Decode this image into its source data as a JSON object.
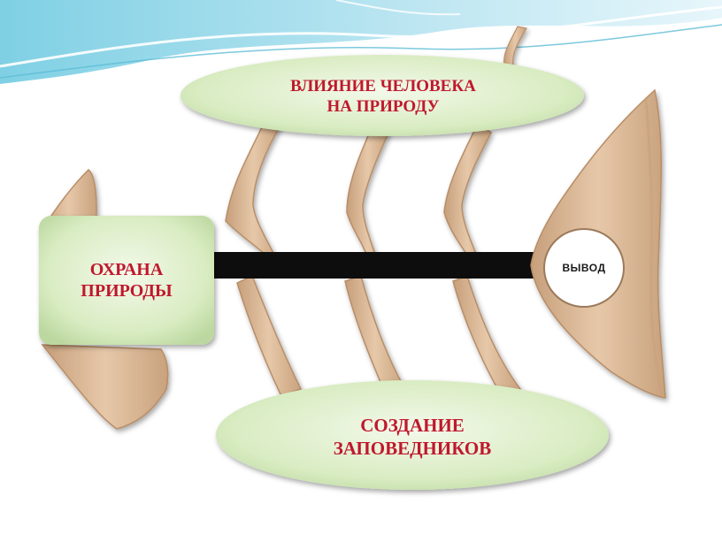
{
  "diagram": {
    "tail_box": "ОХРАНА\nПРИРОДЫ",
    "top_cause": "ВЛИЯНИЕ ЧЕЛОВЕКА\nНА ПРИРОДУ",
    "bottom_cause": "СОЗДАНИЕ\nЗАПОВЕДНИКОВ",
    "head": "ВЫВОД"
  },
  "colors": {
    "bone": "#dcb998",
    "bone_edge": "#b98d66",
    "spine": "#0d0d0d",
    "box_fill": "#d7ebbf",
    "text_red": "#c0182e",
    "wave": "#7fd0e4"
  }
}
